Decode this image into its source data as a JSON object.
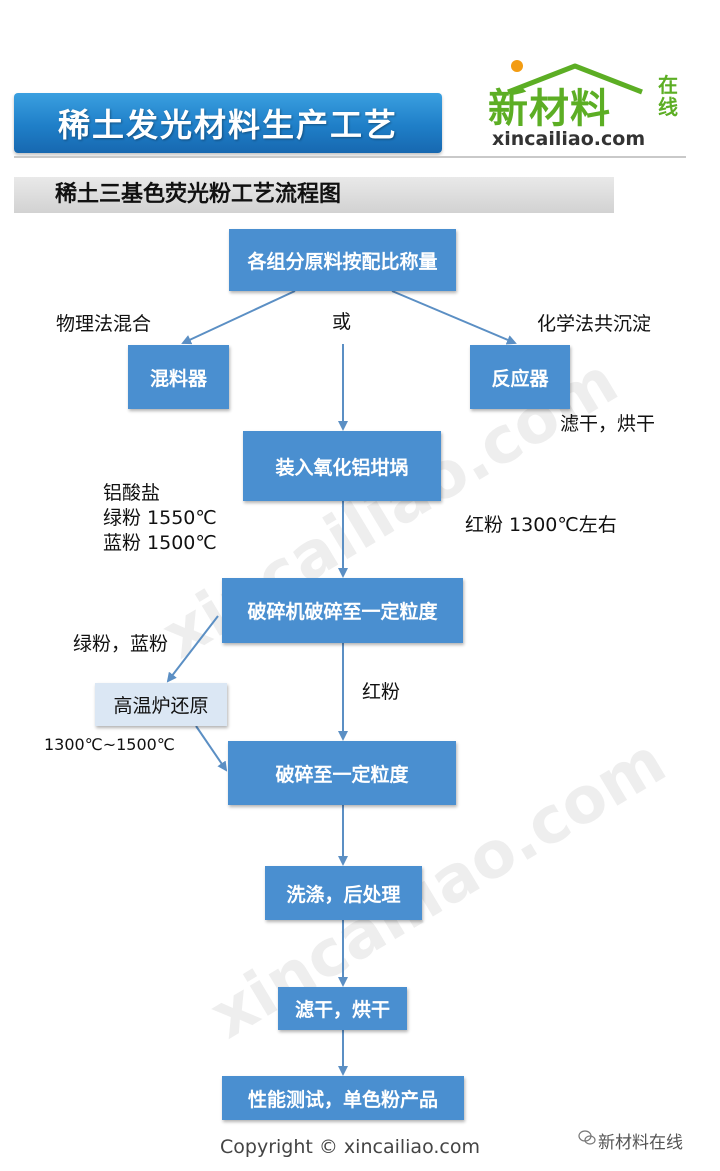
{
  "header": {
    "title": "稀土发光材料生产工艺",
    "logo_main": "新材料",
    "logo_side": "在线",
    "logo_url": "xincailiao.com"
  },
  "subtitle": "稀土三基色荧光粉工艺流程图",
  "nodes": {
    "weigh": "各组分原料按配比称量",
    "mixer": "混料器",
    "reactor": "反应器",
    "crucible": "装入氧化铝坩埚",
    "crusher": "破碎机破碎至一定粒度",
    "furnace": "高温炉还原",
    "crush2": "破碎至一定粒度",
    "wash": "洗涤，后处理",
    "dry": "滤干，烘干",
    "test": "性能测试，单色粉产品"
  },
  "labels": {
    "physical": "物理法混合",
    "or": "或",
    "chemical": "化学法共沉淀",
    "filter_dry": "滤干，烘干",
    "aluminate": "铝酸盐",
    "green_temp": "绿粉 1550℃",
    "blue_temp": "蓝粉 1500℃",
    "red_temp": "红粉 1300℃左右",
    "green_blue": "绿粉，蓝粉",
    "red": "红粉",
    "reduce_temp": "1300℃~1500℃"
  },
  "watermark": "xincailiao.com",
  "footer": {
    "copyright": "Copyright © xincailiao.com",
    "wechat": "新材料在线"
  },
  "colors": {
    "box_fill": "#4a8fd0",
    "header_blue": "#1f7fc8",
    "logo_green": "#5cae24",
    "arrow": "#5b8fc4"
  }
}
